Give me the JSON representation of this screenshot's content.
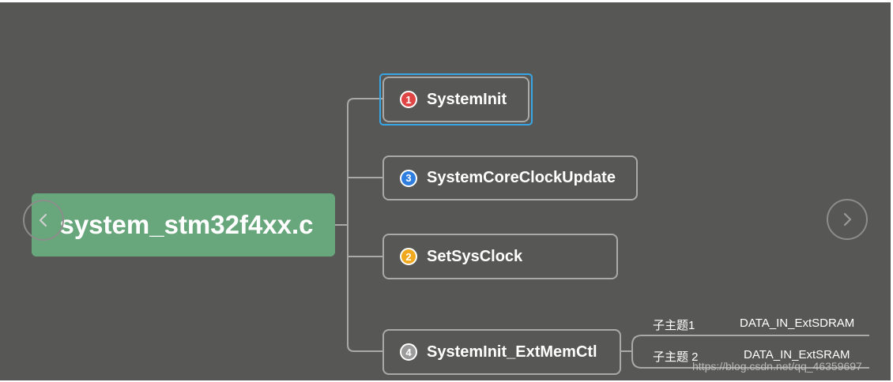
{
  "root": {
    "label": "system_stm32f4xx.c",
    "color": "#68a67c"
  },
  "topics": [
    {
      "number": "1",
      "label": "SystemInit",
      "badge_color": "#e04545",
      "selected": true
    },
    {
      "number": "3",
      "label": "SystemCoreClockUpdate",
      "badge_color": "#2f7fe0"
    },
    {
      "number": "2",
      "label": "SetSysClock",
      "badge_color": "#f0a81e"
    },
    {
      "number": "4",
      "label": "SystemInit_ExtMemCtl",
      "badge_color": "#9b9b9b"
    }
  ],
  "subtopics": [
    {
      "label": "子主题1",
      "value": "DATA_IN_ExtSDRAM"
    },
    {
      "label": "子主题 2",
      "value": "DATA_IN_ExtSRAM"
    }
  ],
  "nav": {
    "prev_icon": "chevron-left-icon",
    "next_icon": "chevron-right-icon"
  },
  "colors": {
    "background": "#575855",
    "selection": "#38a6e6",
    "connector": "#a9aaa8"
  },
  "watermark": "https://blog.csdn.net/qq_46359697"
}
